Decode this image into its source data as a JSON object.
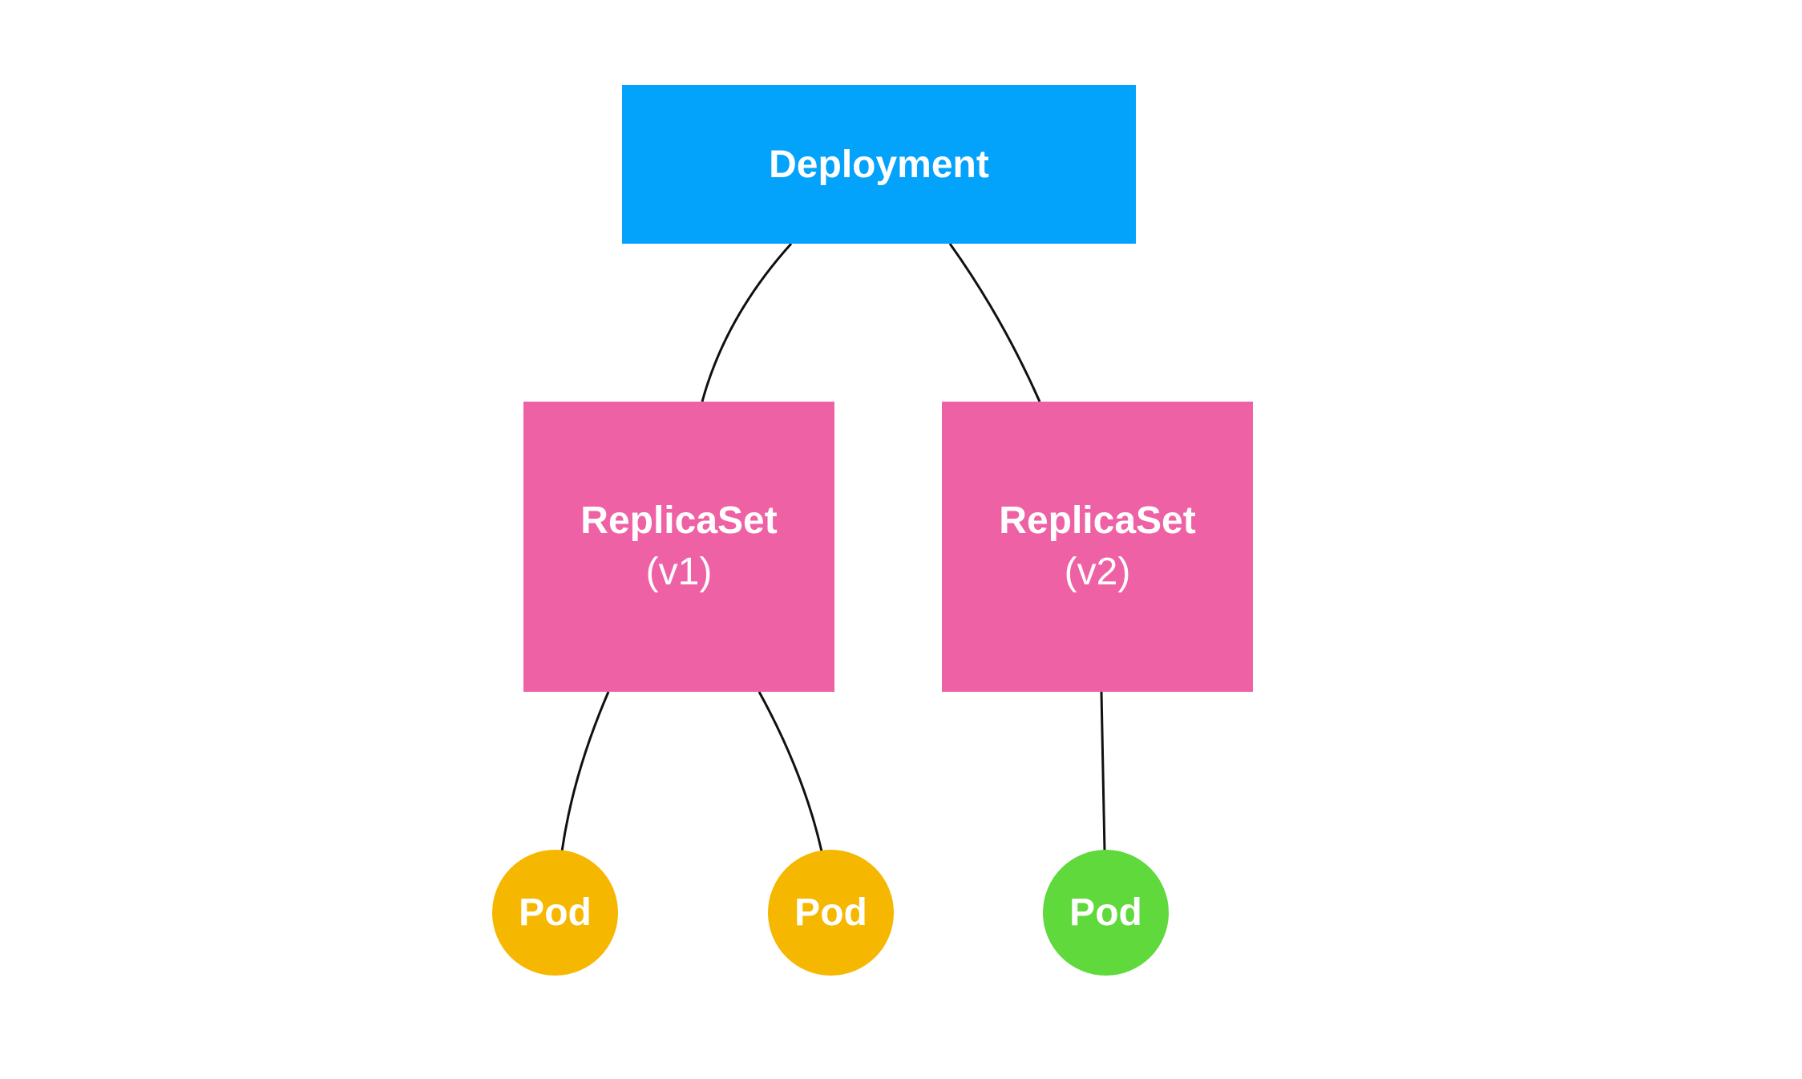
{
  "colors": {
    "deployment": "#03a2fb",
    "replicaset": "#ee62a5",
    "pod_v1": "#f6b700",
    "pod_v2": "#5fd93b",
    "edge": "#111111",
    "text": "#ffffff"
  },
  "deployment": {
    "label": "Deployment"
  },
  "replicasets": [
    {
      "label": "ReplicaSet",
      "version": "(v1)"
    },
    {
      "label": "ReplicaSet",
      "version": "(v2)"
    }
  ],
  "pods": [
    {
      "label": "Pod",
      "version": "v1"
    },
    {
      "label": "Pod",
      "version": "v1"
    },
    {
      "label": "Pod",
      "version": "v2"
    }
  ],
  "edges": [
    {
      "from": "deployment",
      "to": "replicaset-v1"
    },
    {
      "from": "deployment",
      "to": "replicaset-v2"
    },
    {
      "from": "replicaset-v1",
      "to": "pod-1"
    },
    {
      "from": "replicaset-v1",
      "to": "pod-2"
    },
    {
      "from": "replicaset-v2",
      "to": "pod-3"
    }
  ]
}
